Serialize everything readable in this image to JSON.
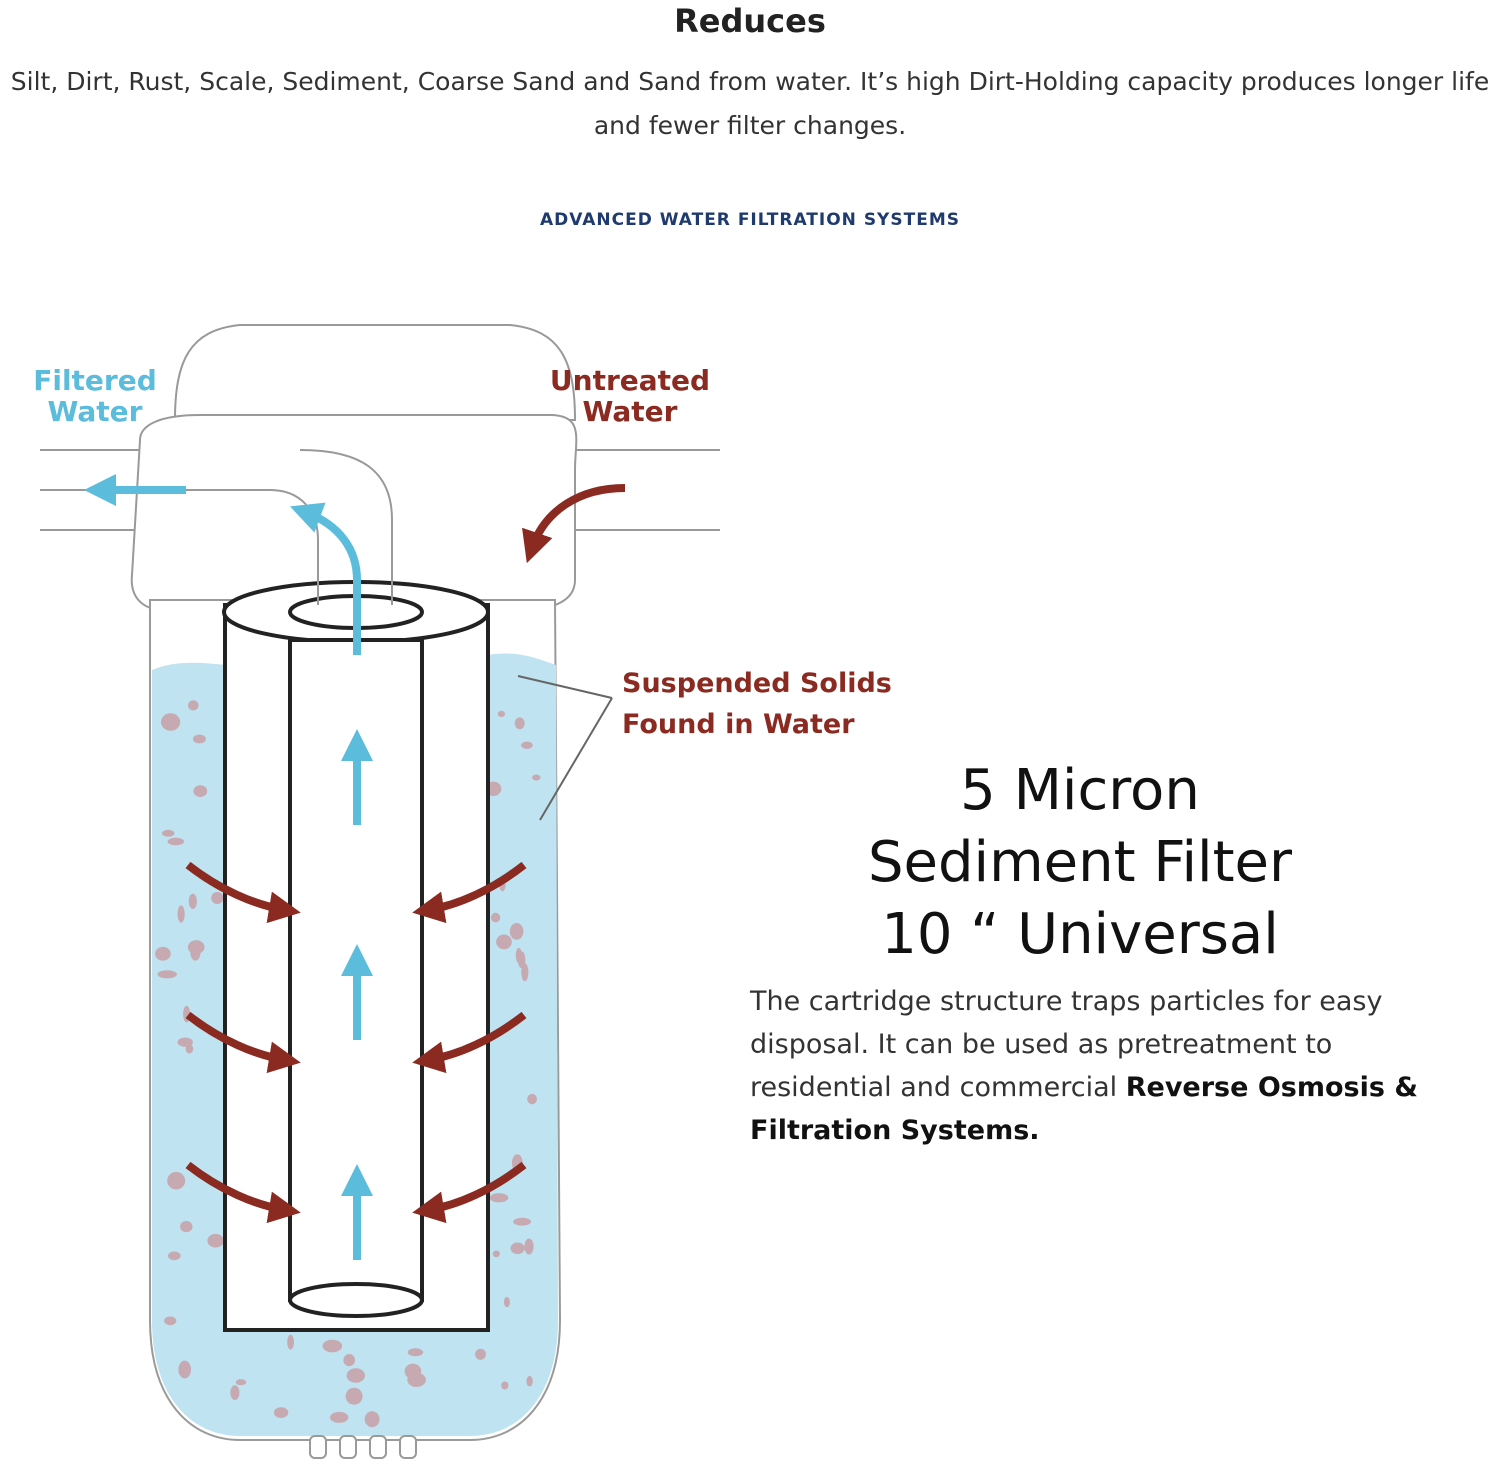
{
  "header": {
    "title": "Reduces",
    "description": "Silt, Dirt, Rust, Scale, Sediment, Coarse Sand and Sand from water. It’s high Dirt-Holding capacity produces longer life and fewer filter changes."
  },
  "brand": "ADVANCED WATER FILTRATION SYSTEMS",
  "diagram": {
    "filtered_label_1": "Filtered",
    "filtered_label_2": "Water",
    "untreated_label_1": "Untreated",
    "untreated_label_2": "Water",
    "solids_label_1": "Suspended Solids",
    "solids_label_2": "Found in Water",
    "colors": {
      "filtered": "#5bbcdc",
      "untreated": "#8b2a20",
      "water": "#bfe3f0",
      "outline": "#222222",
      "particles": "#c6a9b1"
    }
  },
  "product": {
    "title_line1": "5 Micron",
    "title_line2": "Sediment Filter",
    "title_line3": "10 “ Universal",
    "desc_normal": "The cartridge structure traps particles for easy disposal. It can be used as pretreatment to residential and commercial ",
    "desc_bold": "Reverse Osmosis & Filtration Systems."
  }
}
